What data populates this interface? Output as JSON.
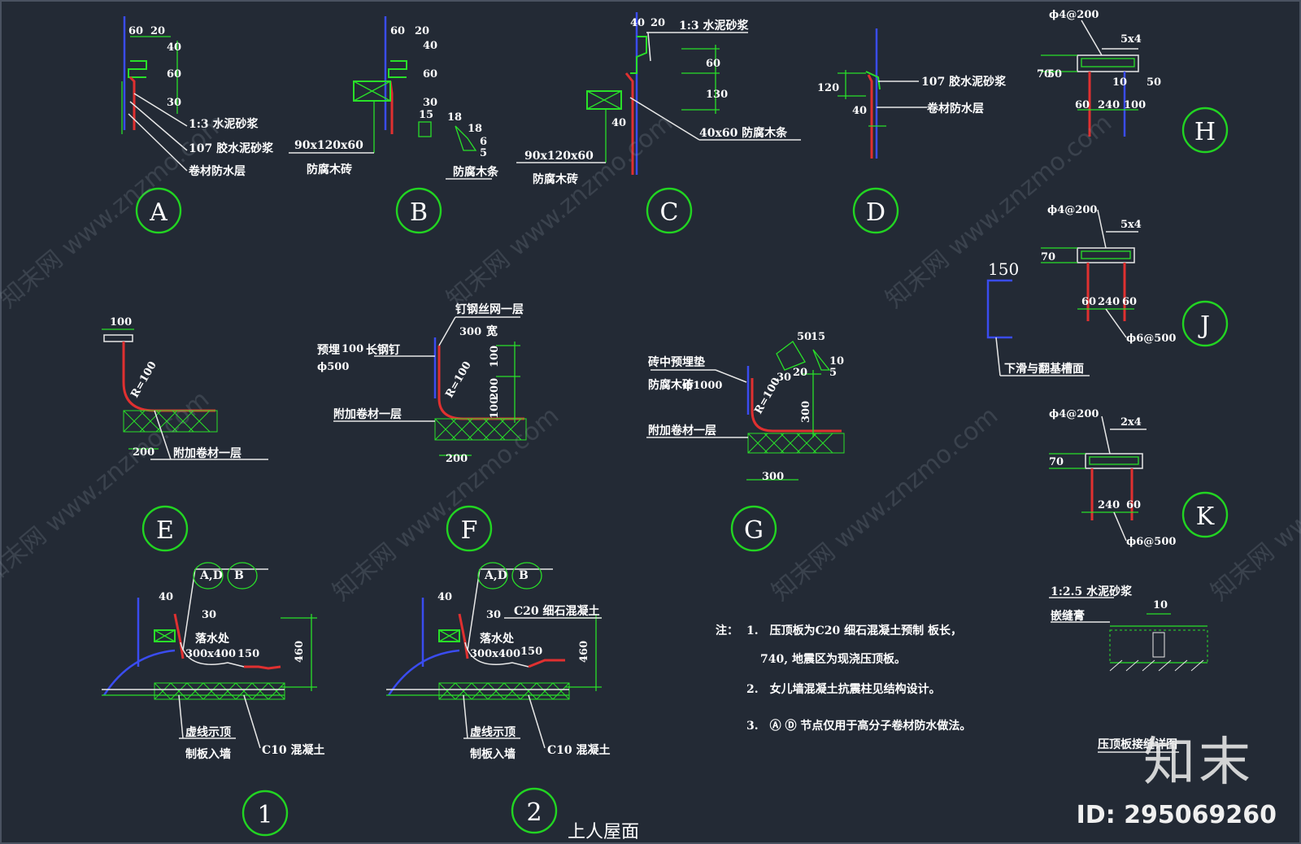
{
  "details": {
    "A": {
      "circle": "A",
      "dims": [
        "60",
        "20",
        "40",
        "60",
        "30"
      ],
      "labels": [
        "1:3 水泥砂浆",
        "107 胶水泥砂浆",
        "卷材防水层"
      ]
    },
    "B": {
      "circle": "B",
      "dims": [
        "60",
        "20",
        "40",
        "60",
        "30",
        "15",
        "18",
        "18",
        "6",
        "5"
      ],
      "labels": [
        "90x120x60",
        "防腐木砖",
        "防腐木条"
      ]
    },
    "C": {
      "circle": "C",
      "dims": [
        "40",
        "20",
        "60",
        "130",
        "40"
      ],
      "labels": [
        "1:3 水泥砂浆",
        "90x120x60",
        "防腐木砖",
        "40x60 防腐木条"
      ]
    },
    "D": {
      "circle": "D",
      "dims": [
        "120",
        "40"
      ],
      "labels": [
        "107 胶水泥砂浆",
        "卷材防水层"
      ]
    },
    "H": {
      "circle": "H",
      "dims": [
        "70",
        "50",
        "5x4",
        "10",
        "50",
        "60",
        "240",
        "100"
      ],
      "labels": [
        "ϕ4@200"
      ]
    },
    "J": {
      "circle": "J",
      "dims": [
        "70",
        "5x4",
        "60",
        "240",
        "60"
      ],
      "labels": [
        "ϕ4@200",
        "ϕ6@500"
      ]
    },
    "K": {
      "circle": "K",
      "dims": [
        "70",
        "2x4",
        "240",
        "60"
      ],
      "labels": [
        "ϕ4@200",
        "ϕ6@500"
      ]
    },
    "E": {
      "circle": "E",
      "dims": [
        "100",
        "200",
        "R=100"
      ],
      "labels": [
        "附加卷材一层"
      ]
    },
    "F": {
      "circle": "F",
      "dims": [
        "100",
        "300",
        "100",
        "200",
        "100",
        "R=100",
        "200"
      ],
      "labels": [
        "钉钢丝网一层",
        "宽",
        "预埋",
        "长钢钉",
        "ϕ500",
        "附加卷材一层"
      ]
    },
    "G": {
      "circle": "G",
      "dims": [
        "300",
        "300",
        "R=100",
        "50",
        "15",
        "10",
        "5",
        "30",
        "20"
      ],
      "labels": [
        "砖中预埋垫",
        "防腐木砖",
        "ϕ1000",
        "附加卷材一层"
      ]
    },
    "note150": {
      "dim": "150",
      "label": "下滑与翻基槽面"
    },
    "one": {
      "circle": "1",
      "dims": [
        "40",
        "30",
        "300x400",
        "150",
        "460"
      ],
      "refs": [
        "A,D",
        "B"
      ],
      "labels": [
        "落水处",
        "虚线示顶",
        "制板入墙",
        "C10 混凝土"
      ]
    },
    "two": {
      "circle": "2",
      "dims": [
        "40",
        "30",
        "300x400",
        "150",
        "460"
      ],
      "refs": [
        "A,D",
        "B"
      ],
      "labels": [
        "C20 细石混凝土",
        "落水处",
        "虚线示顶",
        "制板入墙",
        "C10 混凝土"
      ],
      "caption": "上人屋面"
    },
    "joint": {
      "dims": [
        "1:2.5 水泥砂浆",
        "10"
      ],
      "labels": [
        "嵌缝膏"
      ],
      "caption": "压顶板接缝详图"
    }
  },
  "notes": {
    "prefix": "注：",
    "items": [
      "1.　压顶板为C20 细石混凝土预制 板长，",
      "740, 地震区为现浇压顶板。",
      "2.　女儿墙混凝土抗震柱见结构设计。",
      "3.　Ⓐ Ⓓ 节点仅用于高分子卷材防水做法。"
    ]
  },
  "watermark": {
    "text": "知末网 www.znzmo.com",
    "brand": "知末",
    "id": "ID: 295069260"
  },
  "colors": {
    "background": "#232a35",
    "green": "#29e029",
    "red": "#e03030",
    "blue": "#3a4cf0",
    "white": "#e8e8e8"
  }
}
